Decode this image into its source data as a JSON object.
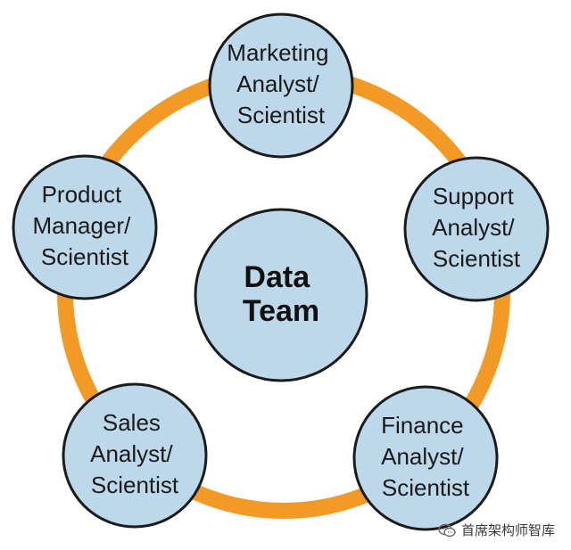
{
  "center": {
    "lines": [
      "Data",
      "Team"
    ]
  },
  "nodes": [
    {
      "lines": [
        "Marketing",
        "Analyst/",
        "Scientist"
      ]
    },
    {
      "lines": [
        "Support",
        "Analyst/",
        "Scientist"
      ]
    },
    {
      "lines": [
        "Finance",
        "Analyst/",
        "Scientist"
      ]
    },
    {
      "lines": [
        "Sales",
        "Analyst/",
        "Scientist"
      ]
    },
    {
      "lines": [
        "Product",
        "Manager/",
        "Scientist"
      ]
    }
  ],
  "watermark": {
    "text": "首席架构师智库"
  },
  "colors": {
    "ring": "#f39a26",
    "node_fill": "#bcd8ea",
    "node_stroke": "#1b1b1b"
  }
}
